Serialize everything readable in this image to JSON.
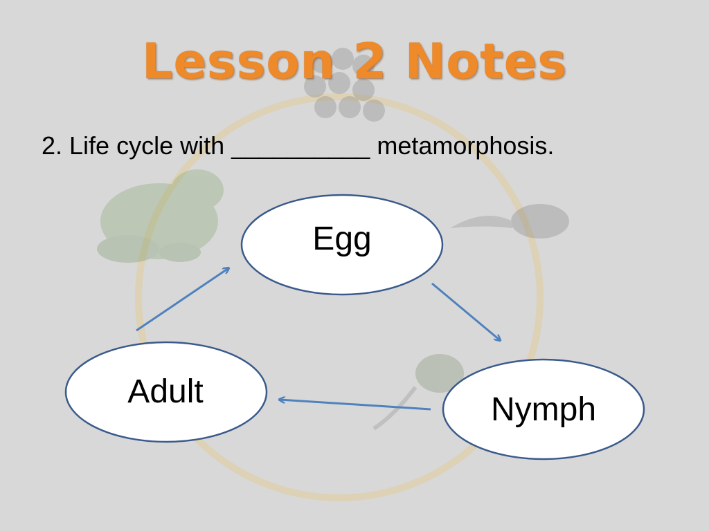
{
  "slide": {
    "title": "Lesson 2 Notes",
    "prompt": "2. Life cycle with __________ metamorphosis."
  },
  "diagram": {
    "nodes": [
      {
        "id": "egg",
        "label": "Egg"
      },
      {
        "id": "nymph",
        "label": "Nymph"
      },
      {
        "id": "adult",
        "label": "Adult"
      }
    ],
    "edges": [
      {
        "from": "egg",
        "to": "nymph"
      },
      {
        "from": "nymph",
        "to": "adult"
      },
      {
        "from": "adult",
        "to": "egg"
      }
    ]
  },
  "colors": {
    "title": "#ee8a2a",
    "node_fill": "#ffffff",
    "node_stroke": "#3a5a8c",
    "arrow": "#4f81bd",
    "background": "#d8d8d8"
  }
}
